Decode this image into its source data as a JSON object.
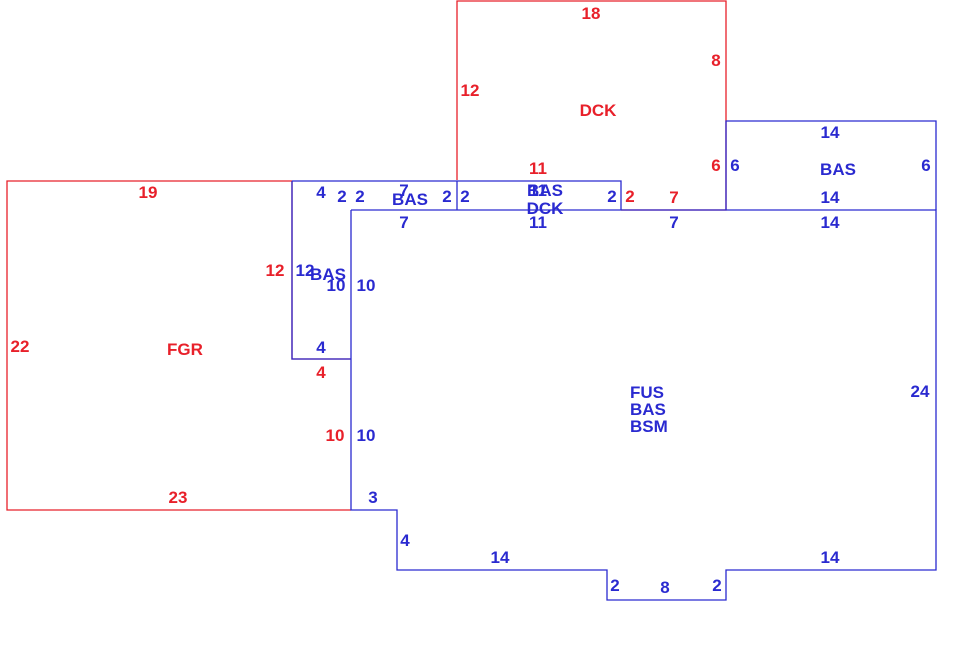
{
  "colors": {
    "red": "#e8202a",
    "blue": "#2a2ad0",
    "background": "#ffffff"
  },
  "areas": {
    "dck_top": "DCK",
    "bas_right": "BAS",
    "bas_strip": "BAS",
    "bas_dck_1": "BAS",
    "bas_dck_2": "DCK",
    "bas_left": "BAS",
    "fgr": "FGR",
    "main_1": "FUS",
    "main_2": "BAS",
    "main_3": "BSM"
  },
  "dims": {
    "dck_top": "18",
    "dck_right": "8",
    "dck_left": "12",
    "dck_bottom": "11",
    "dck_right_low": "6",
    "dck_strip_a": "2",
    "dck_strip_b": "7",
    "basr_top": "14",
    "basr_left": "6",
    "basr_right": "6",
    "basr_bottom": "14",
    "strip_4": "4",
    "strip_2a": "2",
    "strip_2b": "2",
    "strip_7": "7",
    "strip_2c": "2",
    "strip_2d": "2",
    "strip_11": "11",
    "strip_2e": "2",
    "strip_under_7a": "7",
    "strip_under_11": "11",
    "strip_under_7b": "7",
    "strip_under_14": "14",
    "fgr_top": "19",
    "fgr_left": "22",
    "fgr_bottom": "23",
    "fgr_12": "12",
    "fgr_4": "4",
    "fgr_10": "10",
    "basl_12": "12",
    "basl_10a": "10",
    "basl_10b": "10",
    "basl_4": "4",
    "main_10": "10",
    "main_24": "24",
    "main_3": "3",
    "main_4": "4",
    "main_14a": "14",
    "main_2a": "2",
    "main_8": "8",
    "main_2b": "2",
    "main_14b": "14"
  }
}
